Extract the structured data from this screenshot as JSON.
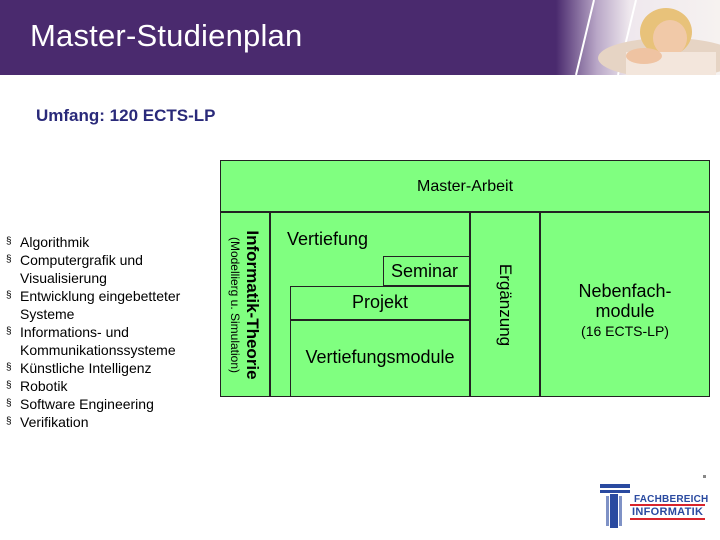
{
  "header": {
    "title": "Master-Studienplan"
  },
  "subtitle": "Umfang: 120 ECTS-LP",
  "diagram": {
    "master_arbeit": "Master-Arbeit",
    "theorie_title": "Informatik-Theorie",
    "theorie_subtitle": "(Modellierg u. Simulation)",
    "vertiefung": "Vertiefung",
    "seminar": "Seminar",
    "projekt": "Projekt",
    "vertiefungsmodule": "Vertiefungsmodule",
    "ergaenzung": "Ergänzung",
    "nebenfach": "Nebenfach-\nmodule",
    "nebenfach_lp": "(16 ECTS-LP)"
  },
  "bullet_char": "§",
  "list_items": [
    "Algorithmik",
    "Computergrafik und Visualisierung",
    "Entwicklung eingebetteter Systeme",
    "Informations- und Kommunikationssysteme",
    "Künstliche Intelligenz",
    "Robotik",
    "Software Engineering",
    "Verifikation"
  ],
  "logo": {
    "line1": "FACHBEREICH",
    "line2": "INFORMATIK"
  },
  "colors": {
    "header": "#4a2a6e",
    "box": "#80ff80",
    "subtitle": "#2a2a7a",
    "logo_blue": "#2a4aa0",
    "logo_red": "#d8242c"
  }
}
